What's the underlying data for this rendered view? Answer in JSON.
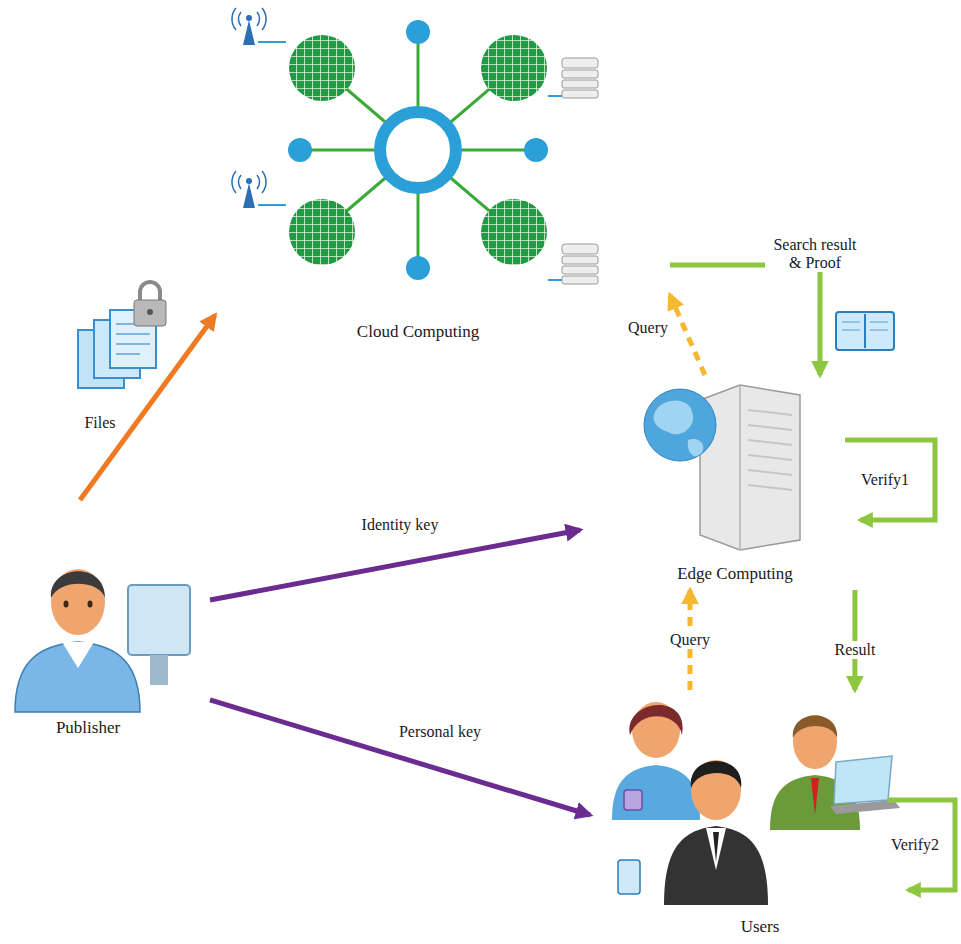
{
  "diagram": {
    "nodes": [
      {
        "text": [
          "Cloud Computing"
        ]
      },
      {
        "text": [
          "Edge Computing"
        ]
      },
      {
        "text": [
          "Publisher"
        ]
      },
      {
        "text": [
          "Users"
        ]
      }
    ],
    "edges": [
      {
        "from": 2,
        "to": 0,
        "arrow": "to",
        "label": "Files"
      },
      {
        "from": 2,
        "to": 1,
        "arrow": "to",
        "label": "Identity key"
      },
      {
        "from": 2,
        "to": 3,
        "arrow": "to",
        "label": "Personal key"
      },
      {
        "from": 1,
        "to": 0,
        "arrow": "to",
        "label": "Query"
      },
      {
        "from": 0,
        "to": 1,
        "arrow": "to",
        "label": "Search result & Proof"
      },
      {
        "from": 1,
        "to": 3,
        "arrow": "to",
        "label": "Result"
      },
      {
        "from": 3,
        "to": 1,
        "arrow": "to",
        "label": "Query"
      }
    ],
    "labels": [
      "Verify1",
      "Verify2"
    ]
  }
}
